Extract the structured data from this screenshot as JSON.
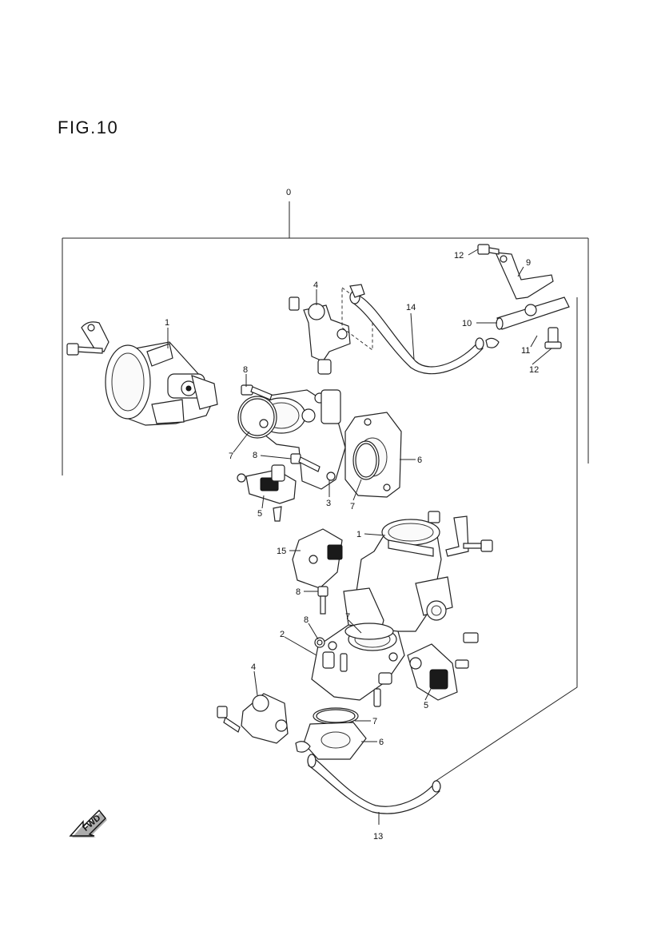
{
  "figure": {
    "title": "FIG.10"
  },
  "fwd_label": "FWD",
  "callouts": {
    "c0": "0",
    "c12a": "12",
    "c9": "9",
    "c4a": "4",
    "c14": "14",
    "c1a": "1",
    "c10": "10",
    "c11": "11",
    "c12b": "12",
    "c8a": "8",
    "c7a": "7",
    "c8b": "8",
    "c6a": "6",
    "c5a": "5",
    "c3": "3",
    "c7b": "7",
    "c1b": "1",
    "c15": "15",
    "c8c": "8",
    "c8d": "8",
    "c7c": "7",
    "c2": "2",
    "c4b": "4",
    "c5b": "5",
    "c7d": "7",
    "c6b": "6",
    "c13": "13"
  }
}
